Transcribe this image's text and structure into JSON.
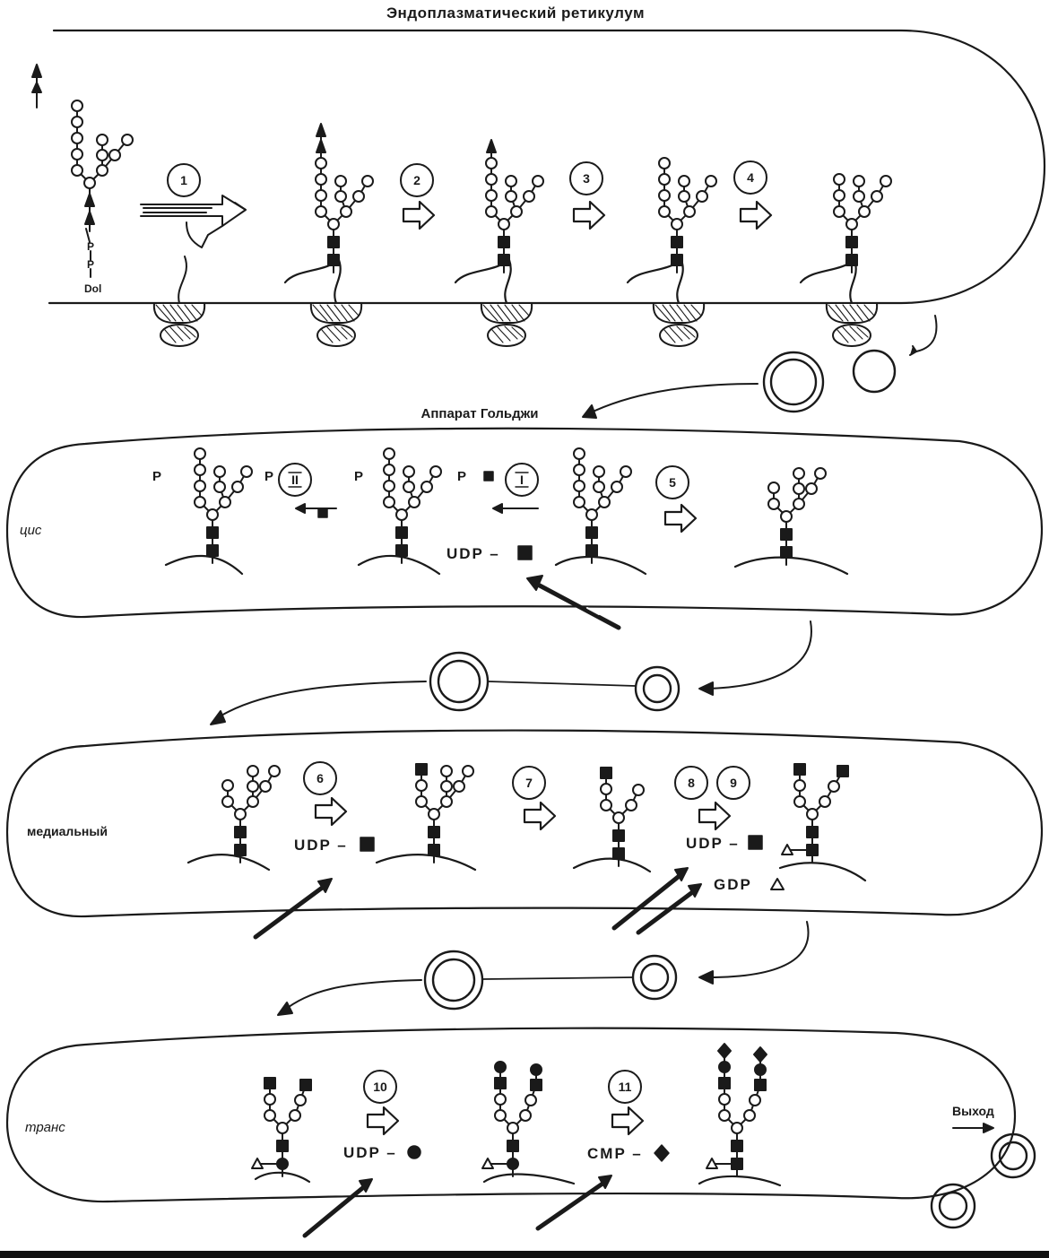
{
  "labels": {
    "er_title": "Эндоплазматический ретикулум",
    "golgi_title": "Аппарат Гольджи",
    "cis": "цис",
    "medial": "медиальный",
    "trans": "транс",
    "exit": "Выход",
    "dol": "Dol",
    "p": "P"
  },
  "steps": [
    "1",
    "2",
    "3",
    "4",
    "5",
    "6",
    "7",
    "8",
    "9",
    "10",
    "11",
    "I",
    "II"
  ],
  "donors": {
    "udp_square": "UDP –",
    "gdp_triangle": "GDP",
    "udp_circle": "UDP –",
    "cmp_diamond": "CMP –"
  }
}
